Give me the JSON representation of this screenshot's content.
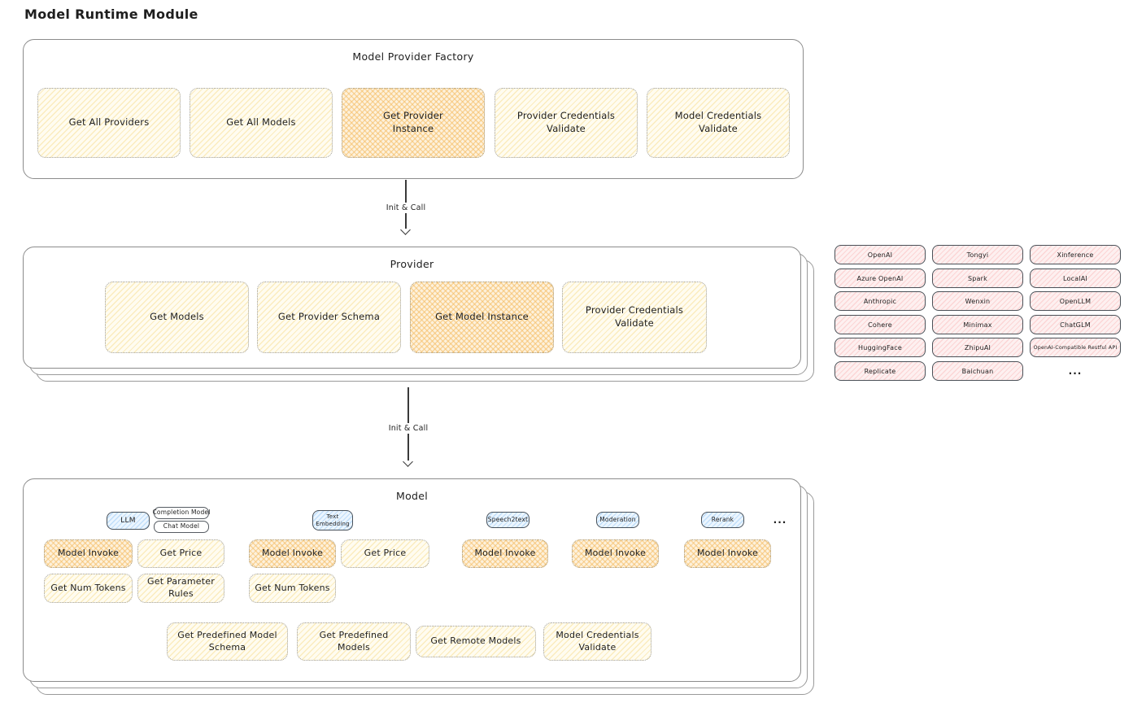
{
  "title": "Model Runtime Module",
  "factory": {
    "title": "Model Provider Factory",
    "items": [
      {
        "label": "Get All Providers",
        "active": false
      },
      {
        "label": "Get All Models",
        "active": false
      },
      {
        "label": "Get Provider Instance",
        "active": true
      },
      {
        "label": "Provider Credentials Validate",
        "active": false
      },
      {
        "label": "Model Credentials Validate",
        "active": false
      }
    ]
  },
  "arrows": [
    {
      "label": "Init & Call"
    },
    {
      "label": "Init & Call"
    }
  ],
  "provider": {
    "title": "Provider",
    "items": [
      {
        "label": "Get Models",
        "active": false
      },
      {
        "label": "Get Provider Schema",
        "active": false
      },
      {
        "label": "Get Model Instance",
        "active": true
      },
      {
        "label": "Provider Credentials Validate",
        "active": false
      }
    ]
  },
  "provider_catalog": {
    "columns": [
      {
        "items": [
          "OpenAI",
          "Azure OpenAI",
          "Anthropic",
          "Cohere",
          "HuggingFace",
          "Replicate"
        ]
      },
      {
        "items": [
          "Tongyi",
          "Spark",
          "Wenxin",
          "Minimax",
          "ZhipuAI",
          "Baichuan"
        ]
      },
      {
        "items": [
          "Xinference",
          "LocalAI",
          "OpenLLM",
          "ChatGLM",
          "OpenAI-Compatible Restful API"
        ]
      }
    ],
    "ellipsis": "..."
  },
  "model": {
    "title": "Model",
    "ellipsis": "...",
    "groups": [
      {
        "tab": "LLM",
        "subtabs": [
          "Completion Model",
          "Chat Model"
        ],
        "features": [
          "Model Invoke",
          "Get Price",
          "Get Num Tokens",
          "Get Parameter Rules"
        ]
      },
      {
        "tab": "Text Embedding",
        "features": [
          "Model Invoke",
          "Get Price",
          "Get Num Tokens"
        ]
      },
      {
        "tab": "Speech2text",
        "features": [
          "Model Invoke"
        ]
      },
      {
        "tab": "Moderation",
        "features": [
          "Model Invoke"
        ]
      },
      {
        "tab": "Rerank",
        "features": [
          "Model Invoke"
        ]
      }
    ],
    "common_features": [
      "Get Predefined Model Schema",
      "Get Predefined Models",
      "Get Remote Models",
      "Model Credentials Validate"
    ]
  },
  "colors": {
    "highlight_hatch": "#f5bc64",
    "node_hatch": "#f7dc8c",
    "tab_hatch": "#a5d8ff",
    "catalog_hatch": "#ffc9c9",
    "ink": "#1e1e1e",
    "panel_border": "#8c8c8c"
  }
}
